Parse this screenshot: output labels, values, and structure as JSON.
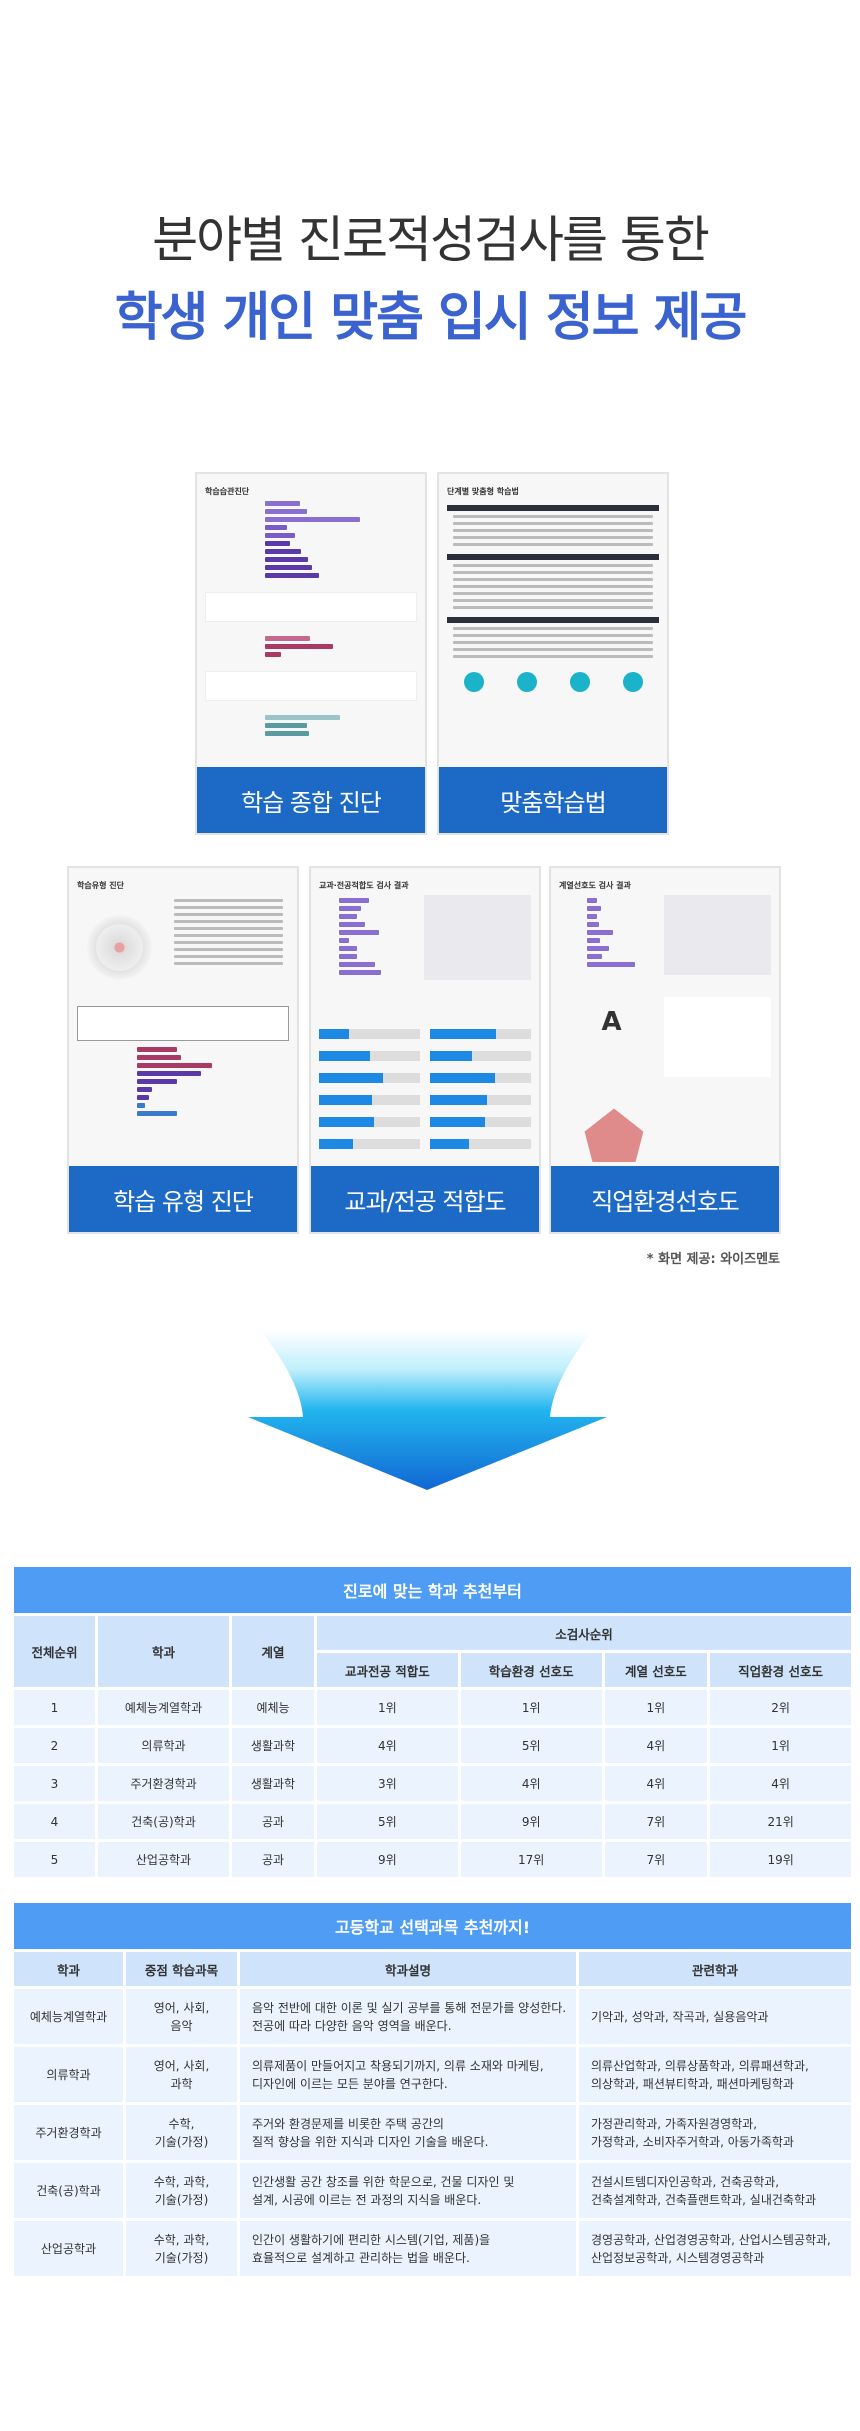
{
  "headline": {
    "line1": "분야별 진로적성검사를 통한",
    "line2": "학생 개인 맞춤 입시 정보 제공"
  },
  "cards": [
    {
      "caption": "학습 종합 진단",
      "heading": "학습습관진단"
    },
    {
      "caption": "맞춤학습법",
      "heading": "단계별 맞춤형 학습법"
    },
    {
      "caption": "학습 유형 진단",
      "heading": "학습유형 진단"
    },
    {
      "caption": "교과/전공 적합도",
      "heading": "교과·전공적합도 검사 결과"
    },
    {
      "caption": "직업환경선호도",
      "heading": "계열선호도 검사 결과",
      "grade": "A"
    }
  ],
  "credit": "* 화면 제공: 와이즈멘토",
  "colors": {
    "accent": "#3a63d0",
    "caption_bg": "#1d6ac6",
    "table_band": "#4f9cf5",
    "header_cell": "#cfe4fb",
    "data_cell": "#eaf3fe"
  },
  "table1": {
    "title": "진로에 맞는 학과 추천부터",
    "headers": {
      "rank": "전체순위",
      "dept": "학과",
      "field": "계열",
      "sub": "소검사순위",
      "subs": [
        "교과전공 적합도",
        "학습환경 선호도",
        "계열 선호도",
        "직업환경 선호도"
      ]
    },
    "rows": [
      [
        "1",
        "예체능계열학과",
        "예체능",
        "1위",
        "1위",
        "1위",
        "2위"
      ],
      [
        "2",
        "의류학과",
        "생활과학",
        "4위",
        "5위",
        "4위",
        "1위"
      ],
      [
        "3",
        "주거환경학과",
        "생활과학",
        "3위",
        "4위",
        "4위",
        "4위"
      ],
      [
        "4",
        "건축(공)학과",
        "공과",
        "5위",
        "9위",
        "7위",
        "21위"
      ],
      [
        "5",
        "산업공학과",
        "공과",
        "9위",
        "17위",
        "7위",
        "19위"
      ]
    ]
  },
  "table2": {
    "title": "고등학교 선택과목 추천까지!",
    "headers": [
      "학과",
      "중점 학습과목",
      "학과설명",
      "관련학과"
    ],
    "rows": [
      {
        "dept": "예체능계열학과",
        "subjects": [
          "영어, 사회,",
          "음악"
        ],
        "desc": [
          "음악 전반에 대한 이론 및 실기 공부를 통해 전문가를 양성한다.",
          "전공에 따라 다양한 음악 영역을 배운다."
        ],
        "related": [
          "기악과, 성악과, 작곡과, 실용음악과"
        ]
      },
      {
        "dept": "의류학과",
        "subjects": [
          "영어, 사회,",
          "과학"
        ],
        "desc": [
          "의류제품이 만들어지고 착용되기까지, 의류 소재와 마케팅,",
          "디자인에 이르는 모든 분야를 연구한다."
        ],
        "related": [
          "의류산업학과, 의류상품학과, 의류패션학과,",
          "의상학과, 패션뷰티학과, 패션마케팅학과"
        ]
      },
      {
        "dept": "주거환경학과",
        "subjects": [
          "수학,",
          "기술(가정)"
        ],
        "desc": [
          "주거와 환경문제를 비롯한 주택 공간의",
          "질적 향상을 위한 지식과 디자인 기술을 배운다."
        ],
        "related": [
          "가정관리학과, 가족자원경영학과,",
          "가정학과, 소비자주거학과, 아동가족학과"
        ]
      },
      {
        "dept": "건축(공)학과",
        "subjects": [
          "수학, 과학,",
          "기술(가정)"
        ],
        "desc": [
          "인간생활 공간 창조를 위한 학문으로, 건물 디자인 및",
          "설계, 시공에 이르는 전 과정의 지식을 배운다."
        ],
        "related": [
          "건설시트템디자인공학과, 건축공학과,",
          "건축설계학과, 건축플랜트학과, 실내건축학과"
        ]
      },
      {
        "dept": "산업공학과",
        "subjects": [
          "수학, 과학,",
          "기술(가정)"
        ],
        "desc": [
          "인간이 생활하기에 편리한 시스템(기업, 제품)을",
          "효율적으로 설계하고 관리하는 법을 배운다."
        ],
        "related": [
          "경영공학과, 산업경영공학과, 산업시스템공학과,",
          "산업정보공학과, 시스템경영공학과"
        ]
      }
    ]
  }
}
